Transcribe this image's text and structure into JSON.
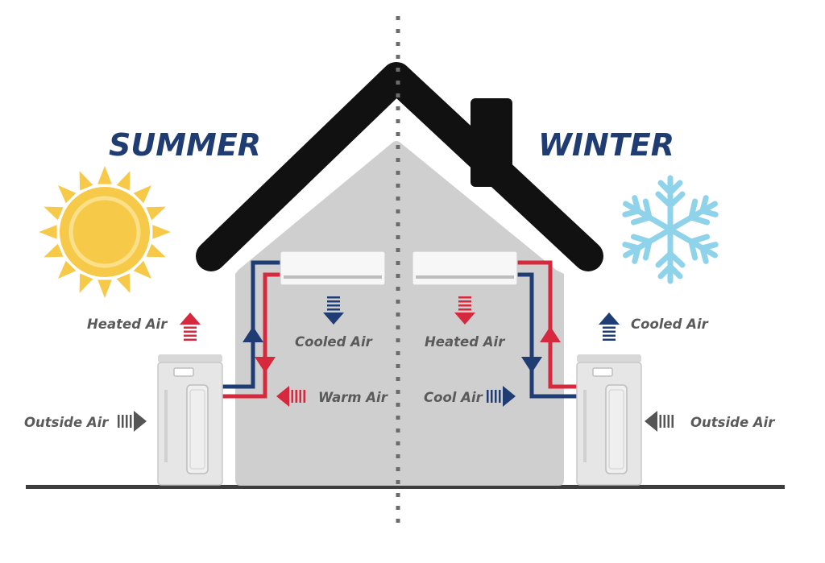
{
  "seasons": {
    "summer": "SUMMER",
    "winter": "WINTER"
  },
  "summer_labels": {
    "heated_air": "Heated Air",
    "outside_air": "Outside Air",
    "cooled_air": "Cooled Air",
    "warm_air": "Warm Air"
  },
  "winter_labels": {
    "heated_air": "Heated Air",
    "cool_air": "Cool Air",
    "cooled_air": "Cooled Air",
    "outside_air": "Outside Air"
  },
  "colors": {
    "navy": "#1f3c73",
    "red": "#d7293d",
    "roof": "#111111",
    "wall": "#cfcfcf",
    "unit": "#e6e6e6",
    "sun": "#f7c948",
    "snowflake": "#8fd3ea",
    "text_gray": "#5a5a5a",
    "arrow_gray": "#555555"
  },
  "icons": [
    "sun-icon",
    "snowflake-icon",
    "outdoor-unit-icon",
    "indoor-unit-icon",
    "arrow-icon"
  ]
}
